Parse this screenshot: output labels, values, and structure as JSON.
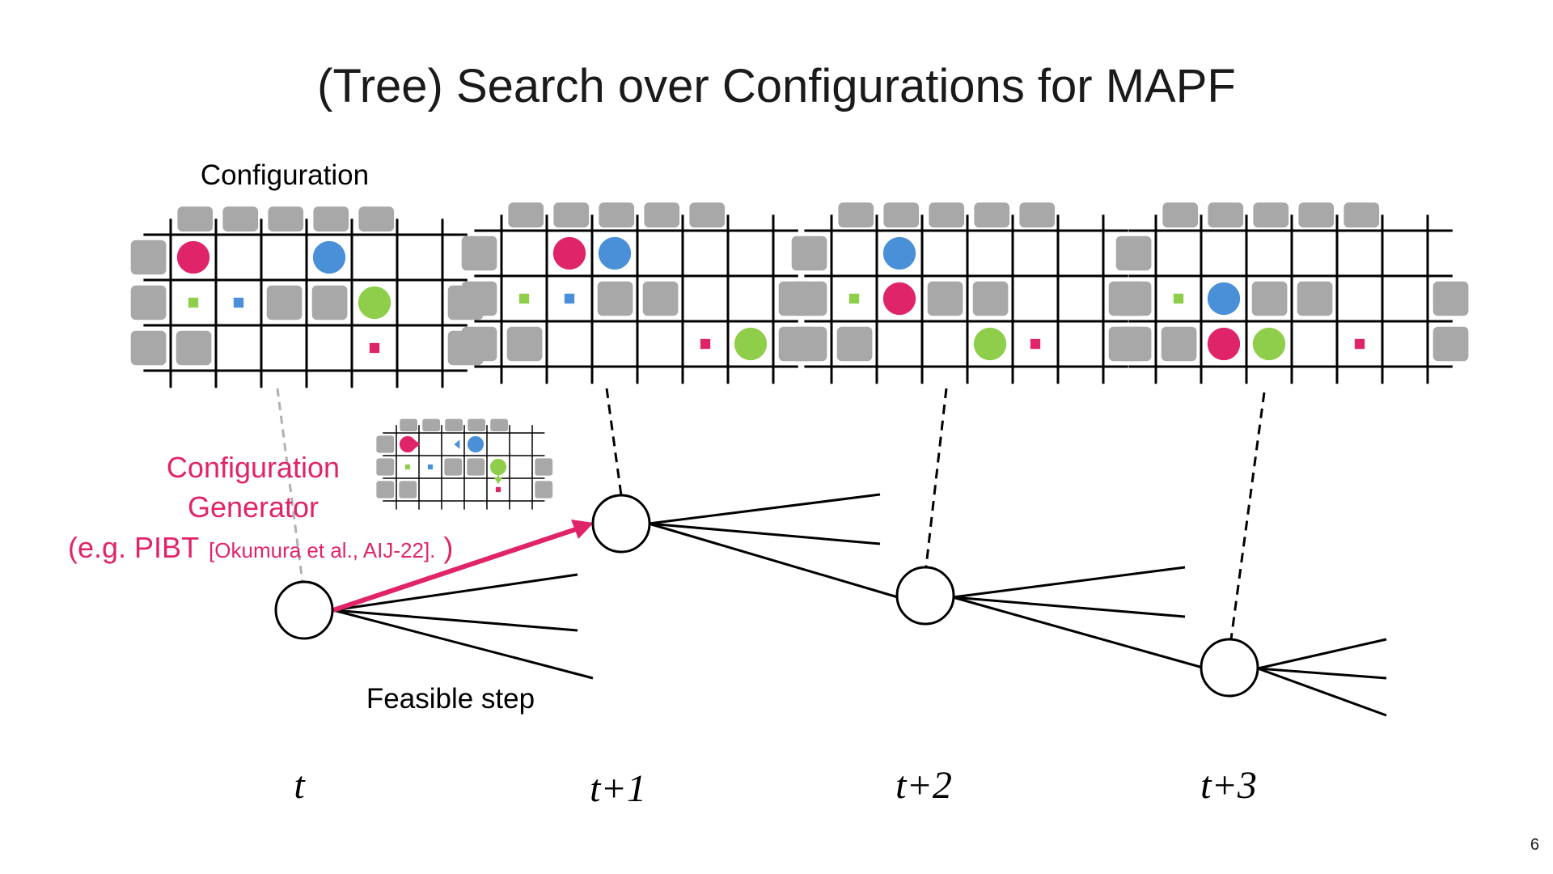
{
  "slide": {
    "title": "(Tree) Search over Configurations for MAPF",
    "page_number": "6"
  },
  "labels": {
    "configuration": "Configuration",
    "generator_line1": "Configuration",
    "generator_line2": "Generator",
    "generator_example": "(e.g. PIBT",
    "generator_citation": "[Okumura et al., AIJ-22].",
    "generator_close": ")",
    "feasible_step": "Feasible step"
  },
  "timesteps": [
    "t",
    "t+1",
    "t+2",
    "t+3"
  ],
  "colors": {
    "agent_red": "#e0246a",
    "agent_blue": "#4a90d9",
    "agent_green": "#8fce4a",
    "obstacle": "#a8a8a8",
    "arrow": "#e0246a"
  },
  "configurations": [
    {
      "obstacles": [
        [
          0,
          0
        ],
        [
          1,
          0
        ],
        [
          2,
          0
        ],
        [
          3,
          0
        ],
        [
          4,
          0
        ],
        [
          -1,
          1
        ],
        [
          -1,
          2
        ],
        [
          -1,
          3
        ],
        [
          6,
          2
        ],
        [
          6,
          3
        ],
        [
          2,
          2
        ],
        [
          3,
          2
        ],
        [
          0,
          3
        ]
      ],
      "agents": [
        {
          "color": "red",
          "cell": [
            0,
            1
          ]
        },
        {
          "color": "blue",
          "cell": [
            3,
            1
          ]
        },
        {
          "color": "green",
          "cell": [
            4,
            2
          ]
        }
      ],
      "goals": [
        {
          "color": "green",
          "cell": [
            0,
            2
          ]
        },
        {
          "color": "blue",
          "cell": [
            1,
            2
          ]
        },
        {
          "color": "red",
          "cell": [
            4,
            3
          ]
        }
      ]
    },
    {
      "obstacles": [
        [
          0,
          0
        ],
        [
          1,
          0
        ],
        [
          2,
          0
        ],
        [
          3,
          0
        ],
        [
          4,
          0
        ],
        [
          -1,
          1
        ],
        [
          -1,
          2
        ],
        [
          -1,
          3
        ],
        [
          6,
          2
        ],
        [
          6,
          3
        ],
        [
          2,
          2
        ],
        [
          3,
          2
        ],
        [
          0,
          3
        ]
      ],
      "agents": [
        {
          "color": "red",
          "cell": [
            1,
            1
          ]
        },
        {
          "color": "blue",
          "cell": [
            2,
            1
          ]
        },
        {
          "color": "green",
          "cell": [
            5,
            3
          ]
        }
      ],
      "goals": [
        {
          "color": "green",
          "cell": [
            0,
            2
          ]
        },
        {
          "color": "blue",
          "cell": [
            1,
            2
          ]
        },
        {
          "color": "red",
          "cell": [
            4,
            3
          ]
        }
      ]
    },
    {
      "obstacles": [
        [
          0,
          0
        ],
        [
          1,
          0
        ],
        [
          2,
          0
        ],
        [
          3,
          0
        ],
        [
          4,
          0
        ],
        [
          -1,
          1
        ],
        [
          -1,
          2
        ],
        [
          -1,
          3
        ],
        [
          6,
          2
        ],
        [
          6,
          3
        ],
        [
          2,
          2
        ],
        [
          3,
          2
        ],
        [
          0,
          3
        ]
      ],
      "agents": [
        {
          "color": "blue",
          "cell": [
            1,
            1
          ]
        },
        {
          "color": "red",
          "cell": [
            1,
            2
          ]
        },
        {
          "color": "green",
          "cell": [
            3,
            3
          ]
        }
      ],
      "goals": [
        {
          "color": "green",
          "cell": [
            0,
            2
          ]
        },
        {
          "color": "red",
          "cell": [
            4,
            3
          ]
        }
      ]
    },
    {
      "obstacles": [
        [
          0,
          0
        ],
        [
          1,
          0
        ],
        [
          2,
          0
        ],
        [
          3,
          0
        ],
        [
          4,
          0
        ],
        [
          -1,
          1
        ],
        [
          -1,
          2
        ],
        [
          -1,
          3
        ],
        [
          6,
          2
        ],
        [
          6,
          3
        ],
        [
          2,
          2
        ],
        [
          3,
          2
        ],
        [
          0,
          3
        ]
      ],
      "agents": [
        {
          "color": "blue",
          "cell": [
            1,
            2
          ]
        },
        {
          "color": "red",
          "cell": [
            1,
            3
          ]
        },
        {
          "color": "green",
          "cell": [
            2,
            3
          ]
        }
      ],
      "goals": [
        {
          "color": "green",
          "cell": [
            0,
            2
          ]
        },
        {
          "color": "red",
          "cell": [
            4,
            3
          ]
        }
      ]
    }
  ]
}
